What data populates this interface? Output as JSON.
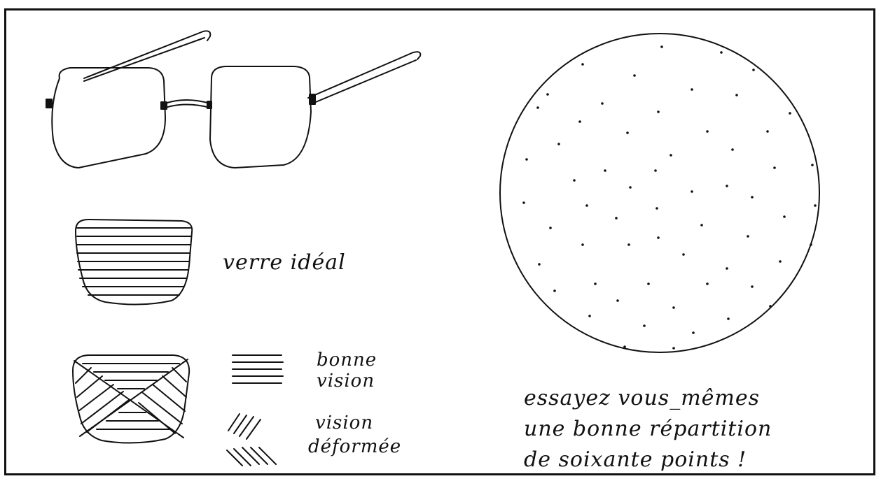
{
  "labels": {
    "ideal_lens": "verre idéal",
    "good_vision_line1": "bonne",
    "good_vision_line2": "vision",
    "deformed_vision_line1": "vision",
    "deformed_vision_line2": "déformée",
    "exercise_line1": "essayez vous_mêmes",
    "exercise_line2": "une bonne répartition",
    "exercise_line3": "de soixante points !"
  },
  "colors": {
    "ink": "#111111",
    "paper": "#ffffff"
  },
  "icons": [
    "glasses-icon",
    "ideal-lens-icon",
    "deformed-lens-icon",
    "horizontal-lines-icon",
    "diagonal-lines-icon",
    "dotted-circle-icon"
  ]
}
